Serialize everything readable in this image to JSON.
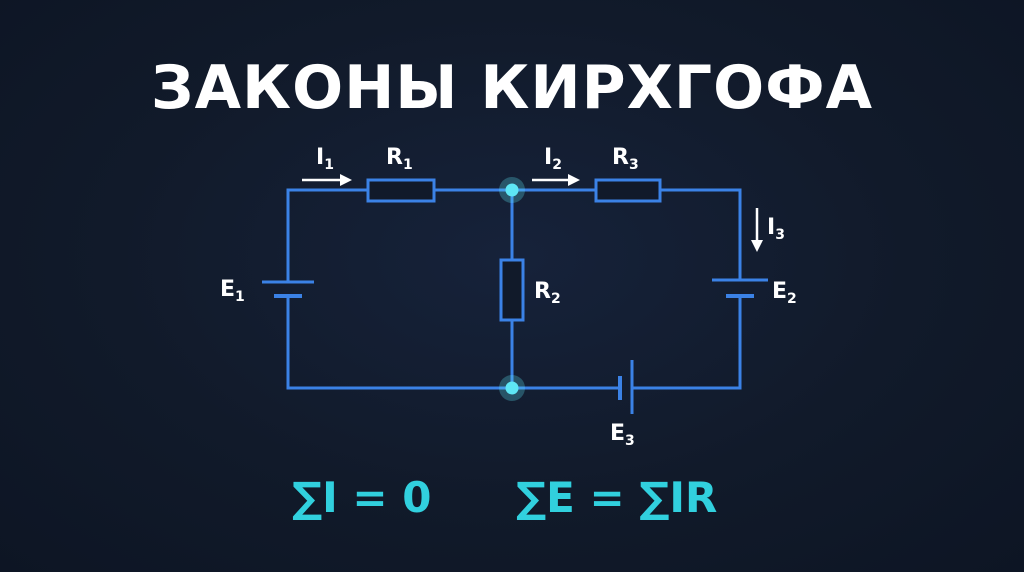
{
  "title": "ЗАКОНЫ КИРХГОФА",
  "labels": {
    "i1": {
      "base": "I",
      "sub": "1"
    },
    "r1": {
      "base": "R",
      "sub": "1"
    },
    "i2": {
      "base": "I",
      "sub": "2"
    },
    "r3": {
      "base": "R",
      "sub": "3"
    },
    "i3": {
      "base": "I",
      "sub": "3"
    },
    "e1": {
      "base": "E",
      "sub": "1"
    },
    "r2": {
      "base": "R",
      "sub": "2"
    },
    "e2": {
      "base": "E",
      "sub": "2"
    },
    "e3": {
      "base": "E",
      "sub": "3"
    }
  },
  "formulas": {
    "kcl": "∑I = 0",
    "kvl": "∑E = ∑IR"
  },
  "colors": {
    "background": "#111a2a",
    "wire": "#3b82e6",
    "node": "#5ee7f5",
    "formula": "#31d0de",
    "text": "#ffffff"
  }
}
